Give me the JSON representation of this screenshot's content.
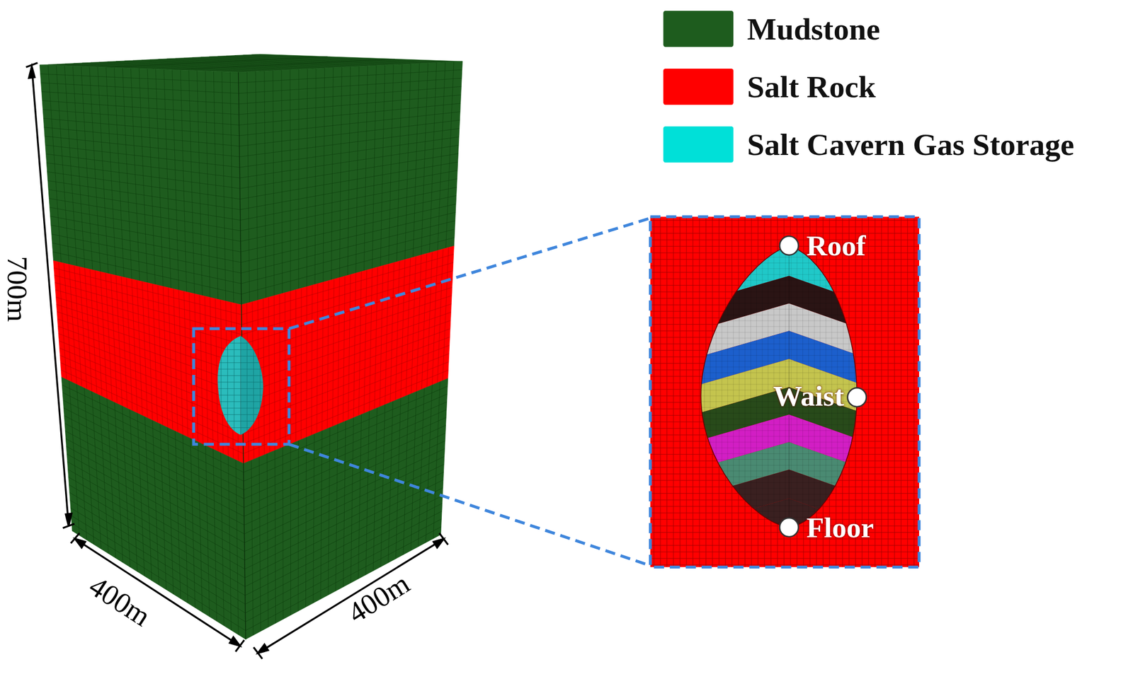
{
  "diagram": {
    "labels": [
      "700m",
      "400m",
      "400m",
      "Roof",
      "Waist",
      "Floor"
    ],
    "legend": [
      {
        "text": "Mudstone",
        "color": "#1e5c1e"
      },
      {
        "text": "Salt Rock",
        "color": "#ff0000"
      },
      {
        "text": "Salt Cavern Gas Storage",
        "color": "#00e0d8"
      }
    ]
  }
}
